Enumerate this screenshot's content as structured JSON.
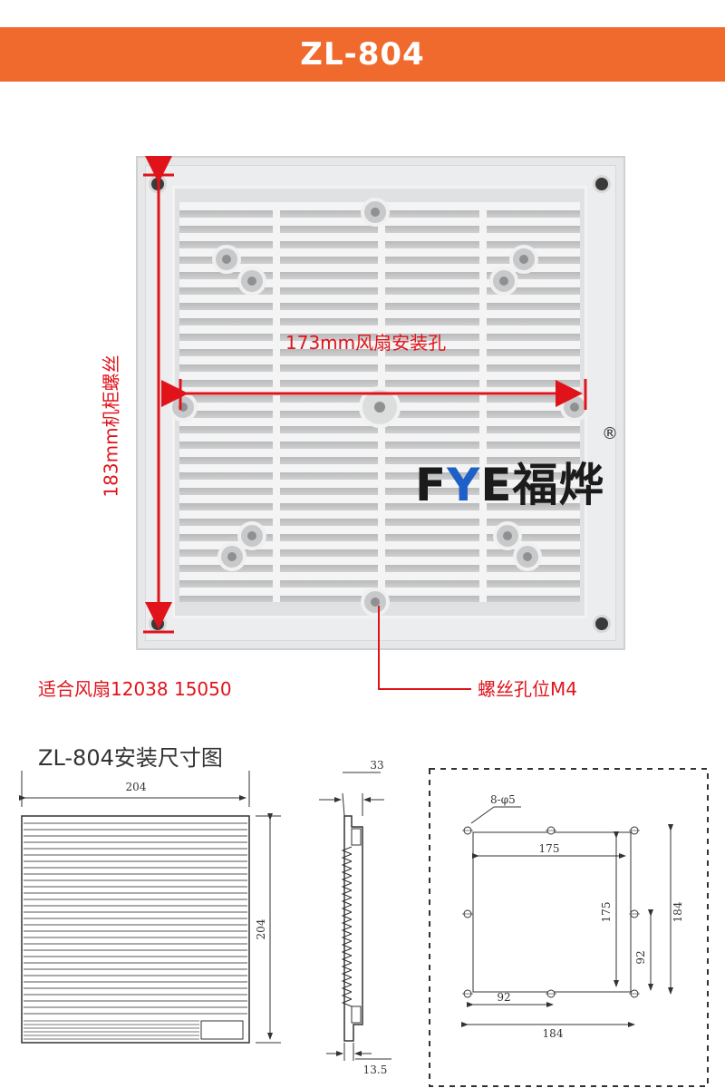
{
  "header": {
    "title": "ZL-804"
  },
  "photo": {
    "hole_spacing_label": "173mm风扇安装孔",
    "cabinet_screw_label": "183mm机柜螺丝",
    "fit_fans_label": "适合风扇12038  15050",
    "screw_hole_label": "螺丝孔位M4",
    "brand": {
      "f": "F",
      "y": "Y",
      "e": "E",
      "cn": "福烨",
      "registered": "®"
    }
  },
  "drawings": {
    "title": "ZL-804安装尺寸图",
    "front_view": {
      "width": "204",
      "height": "204"
    },
    "side_view": {
      "depth": "33",
      "flange": "13.5"
    },
    "cutout_view": {
      "holes": "8-φ5",
      "top_spacing": "175",
      "vertical_spacing": "175",
      "bottom_half": "92",
      "side_half": "92",
      "overall_width": "184",
      "overall_height": "184"
    }
  },
  "colors": {
    "banner": "#f06a2e",
    "annotation_red": "#e0131b",
    "brand_blue": "#1e5fc8"
  }
}
